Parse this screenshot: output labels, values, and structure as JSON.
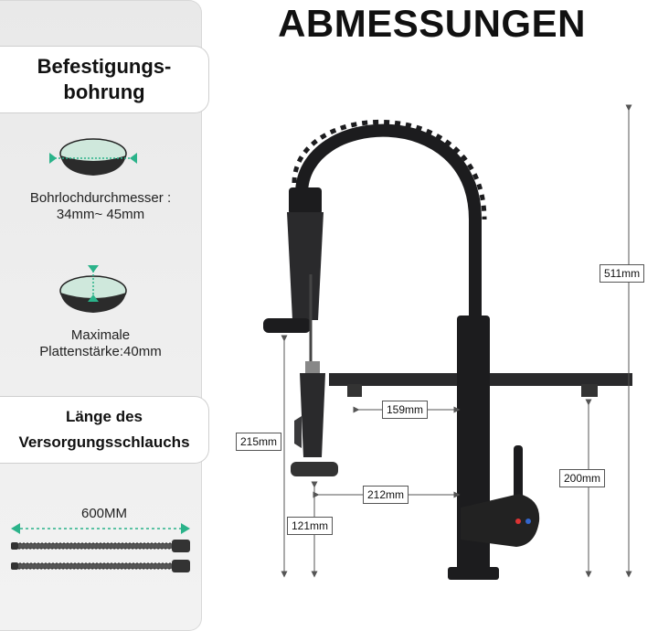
{
  "title": "ABMESSUNGEN",
  "sidebar": {
    "card_mounting": {
      "line1": "Befestigungs-",
      "line2": "bohrung"
    },
    "hole_diameter": {
      "line1": "Bohrlochdurchmesser :",
      "line2": "34mm~ 45mm"
    },
    "plate_thickness": {
      "line1": "Maximale",
      "line2": "Plattenstärke:40mm"
    },
    "card_hose": {
      "line1": "Länge des",
      "line2": "Versorgungsschlauchs"
    },
    "hose_length": "600MM"
  },
  "dimensions": {
    "total_height": "511mm",
    "spray_head_height": "215mm",
    "spray_rest_height": "121mm",
    "reach": "212mm",
    "spout_offset": "159mm",
    "spout_height": "200mm"
  },
  "colors": {
    "faucet": "#1c1c1e",
    "accent_green": "#2bb38a",
    "ellipse_fill": "#cfe8dc",
    "line": "#555555"
  },
  "icons": [
    "hole-diameter-icon",
    "plate-thickness-icon",
    "hose-icon",
    "faucet-illustration"
  ]
}
